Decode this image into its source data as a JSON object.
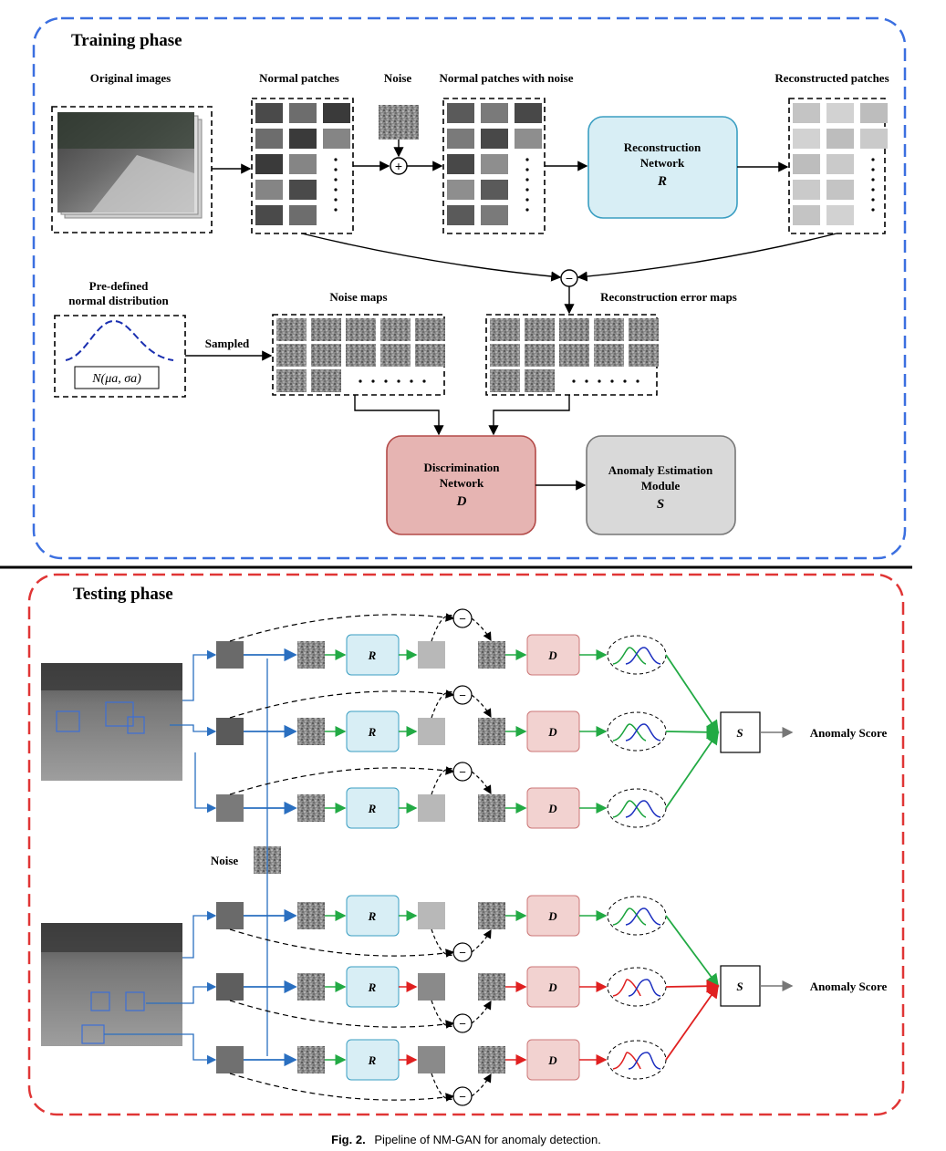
{
  "training": {
    "title": "Training phase",
    "labels": {
      "original_images": "Original images",
      "normal_patches": "Normal patches",
      "noise": "Noise",
      "patches_with_noise": "Normal patches with noise",
      "reconstructed_patches": "Reconstructed patches",
      "predefined_line1": "Pre-defined",
      "predefined_line2": "normal distribution",
      "sampled": "Sampled",
      "noise_maps": "Noise maps",
      "error_maps": "Reconstruction error maps"
    },
    "distribution_formula": "N(μa, σa)",
    "recon_network": {
      "line1": "Reconstruction",
      "line2": "Network",
      "symbol": "R"
    },
    "disc_network": {
      "line1": "Discrimination",
      "line2": "Network",
      "symbol": "D"
    },
    "anomaly_module": {
      "line1": "Anomaly Estimation",
      "line2": "Module",
      "symbol": "S"
    },
    "ops": {
      "plus": "+",
      "minus": "−"
    }
  },
  "testing": {
    "title": "Testing phase",
    "noise_label": "Noise",
    "recon_symbol": "R",
    "disc_symbol": "D",
    "score_symbol": "S",
    "score_label": "Anomaly Score",
    "minus": "−"
  },
  "caption": {
    "prefix": "Fig. 2.",
    "text": "Pipeline of NM-GAN for anomaly detection."
  },
  "colors": {
    "training_border": "#3b6fe0",
    "testing_border": "#e03535",
    "recon_fill": "#d8eef5",
    "recon_stroke": "#3a9ec2",
    "disc_fill": "#e6b4b2",
    "disc_stroke": "#b34a48",
    "module_fill": "#d9d9d9",
    "normal_arrow": "#22aa44",
    "anomaly_arrow": "#e02020",
    "flow_arrow": "#2a6fc0"
  }
}
